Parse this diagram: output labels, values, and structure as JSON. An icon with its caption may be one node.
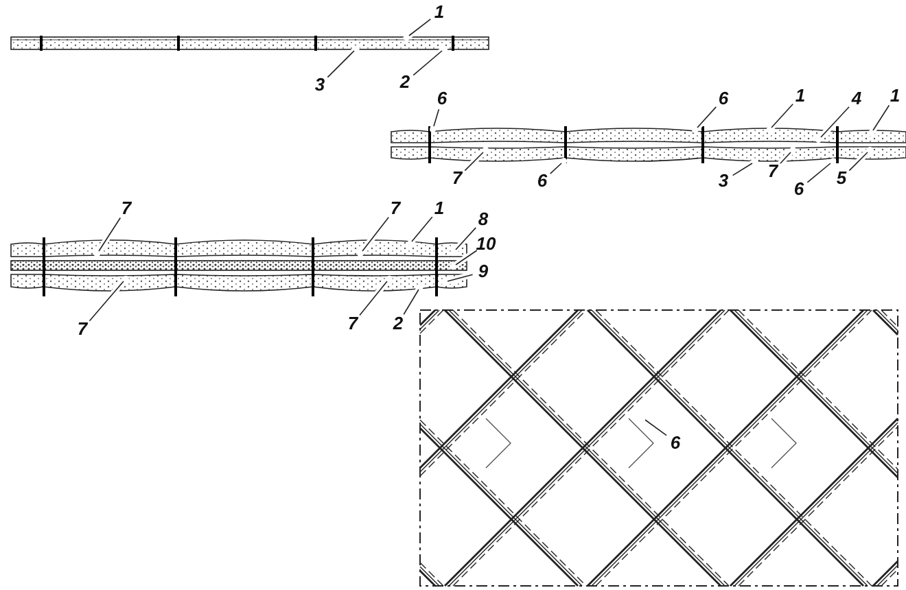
{
  "diagram": {
    "nodes": [
      {
        "text": [
          "1"
        ]
      },
      {
        "text": [
          "3"
        ]
      },
      {
        "text": [
          "2"
        ]
      },
      {
        "text": [
          "6"
        ]
      },
      {
        "text": [
          "6"
        ]
      },
      {
        "text": [
          "1"
        ]
      },
      {
        "text": [
          "4"
        ]
      },
      {
        "text": [
          "1"
        ]
      },
      {
        "text": [
          "7"
        ]
      },
      {
        "text": [
          "6"
        ]
      },
      {
        "text": [
          "3"
        ]
      },
      {
        "text": [
          "7"
        ]
      },
      {
        "text": [
          "6"
        ]
      },
      {
        "text": [
          "5"
        ]
      },
      {
        "text": [
          "7"
        ]
      },
      {
        "text": [
          "7"
        ]
      },
      {
        "text": [
          "1"
        ]
      },
      {
        "text": [
          "8"
        ]
      },
      {
        "text": [
          "10"
        ]
      },
      {
        "text": [
          "9"
        ]
      },
      {
        "text": [
          "7"
        ]
      },
      {
        "text": [
          "7"
        ]
      },
      {
        "text": [
          "2"
        ]
      },
      {
        "text": [
          "6"
        ],
        "in": 27
      },
      {
        "text": [],
        "shape": "picture"
      },
      {
        "text": [],
        "shape": "picture"
      },
      {
        "text": [],
        "shape": "picture"
      },
      {
        "text": [],
        "shape": "picture"
      }
    ],
    "edges": [
      {
        "from": 0,
        "to": 24,
        "arrow": "none"
      },
      {
        "from": 1,
        "to": 24,
        "arrow": "none"
      },
      {
        "from": 2,
        "to": 24,
        "arrow": "none"
      },
      {
        "from": 3,
        "to": 25,
        "arrow": "none"
      },
      {
        "from": 4,
        "to": 25,
        "arrow": "none"
      },
      {
        "from": 5,
        "to": 25,
        "arrow": "none"
      },
      {
        "from": 6,
        "to": 25,
        "arrow": "none"
      },
      {
        "from": 7,
        "to": 25,
        "arrow": "none"
      },
      {
        "from": 8,
        "to": 25,
        "arrow": "none"
      },
      {
        "from": 9,
        "to": 25,
        "arrow": "none"
      },
      {
        "from": 10,
        "to": 25,
        "arrow": "none"
      },
      {
        "from": 11,
        "to": 25,
        "arrow": "none"
      },
      {
        "from": 12,
        "to": 25,
        "arrow": "none"
      },
      {
        "from": 13,
        "to": 25,
        "arrow": "none"
      },
      {
        "from": 14,
        "to": 26,
        "arrow": "none"
      },
      {
        "from": 15,
        "to": 26,
        "arrow": "none"
      },
      {
        "from": 16,
        "to": 26,
        "arrow": "none"
      },
      {
        "from": 17,
        "to": 26,
        "arrow": "none"
      },
      {
        "from": 18,
        "to": 26,
        "arrow": "none"
      },
      {
        "from": 19,
        "to": 26,
        "arrow": "none"
      },
      {
        "from": 20,
        "to": 26,
        "arrow": "none"
      },
      {
        "from": 21,
        "to": 26,
        "arrow": "none"
      },
      {
        "from": 22,
        "to": 26,
        "arrow": "none"
      },
      {
        "from": 23,
        "to": 27,
        "arrow": "none"
      }
    ]
  }
}
